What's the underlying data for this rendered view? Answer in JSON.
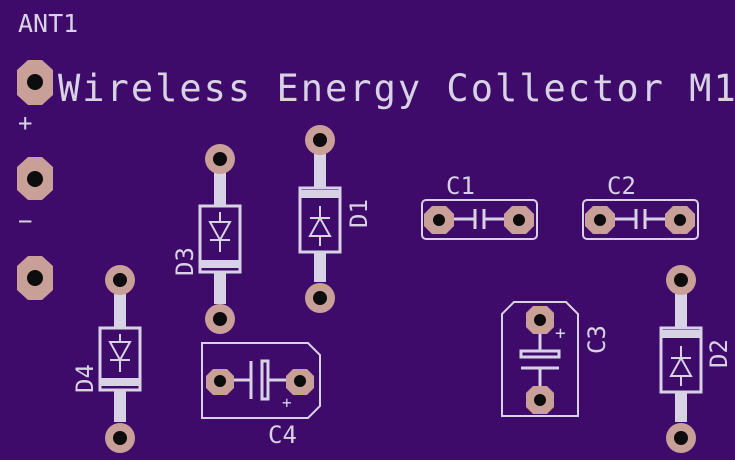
{
  "board": {
    "title": "Wireless Energy Collector M1",
    "antenna_label": "ANT1",
    "plus_sign": "+",
    "minus_sign": "−",
    "background_color": "#3f0b6b",
    "silkscreen_color": "#d8d3e4",
    "pad_color": "#c9a098"
  },
  "components": {
    "d1": {
      "ref": "D1"
    },
    "d2": {
      "ref": "D2"
    },
    "d3": {
      "ref": "D3"
    },
    "d4": {
      "ref": "D4"
    },
    "c1": {
      "ref": "C1"
    },
    "c2": {
      "ref": "C2"
    },
    "c3": {
      "ref": "C3",
      "polarity": "+"
    },
    "c4": {
      "ref": "C4",
      "polarity": "+"
    }
  }
}
